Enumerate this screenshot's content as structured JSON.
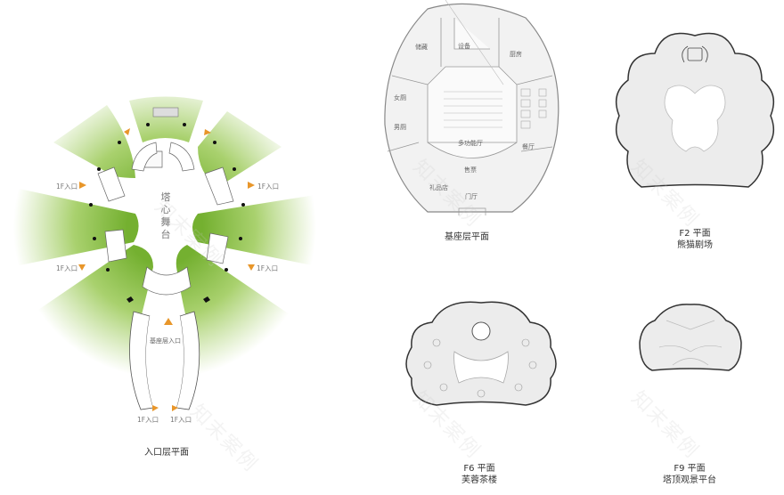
{
  "diagram": {
    "type": "architectural-floor-plans",
    "colors": {
      "green_dark": "#7fb83a",
      "green_light": "#e8f3d8",
      "arrow_orange": "#e8962a",
      "plan_fill": "#ececec",
      "plan_stroke": "#444444",
      "text": "#333333"
    },
    "entrance_plan": {
      "caption": "入口层平面",
      "center_label_chars": [
        "塔",
        "心",
        "舞",
        "台"
      ],
      "entry_labels": [
        "1F入口",
        "1F入口",
        "1F入口",
        "1F入口",
        "1F入口",
        "1F入口"
      ],
      "basement_entry_label": "基座层入口"
    },
    "basement_plan": {
      "caption": "基座层平面",
      "rooms": {
        "storage": "储藏",
        "equipment": "设备",
        "kitchen": "厨房",
        "womens_restroom": "女厕",
        "mens_restroom": "男厕",
        "multifunction_hall": "多功能厅",
        "restaurant": "餐厅",
        "ticketing": "售票",
        "gift_shop": "礼品店",
        "lobby": "门厅"
      }
    },
    "f2_plan": {
      "caption_line1": "F2 平面",
      "caption_line2": "熊猫剧场"
    },
    "f6_plan": {
      "caption_line1": "F6 平面",
      "caption_line2": "芙蓉茶楼"
    },
    "f9_plan": {
      "caption_line1": "F9 平面",
      "caption_line2": "塔顶观景平台"
    },
    "watermark": "知末案例"
  }
}
